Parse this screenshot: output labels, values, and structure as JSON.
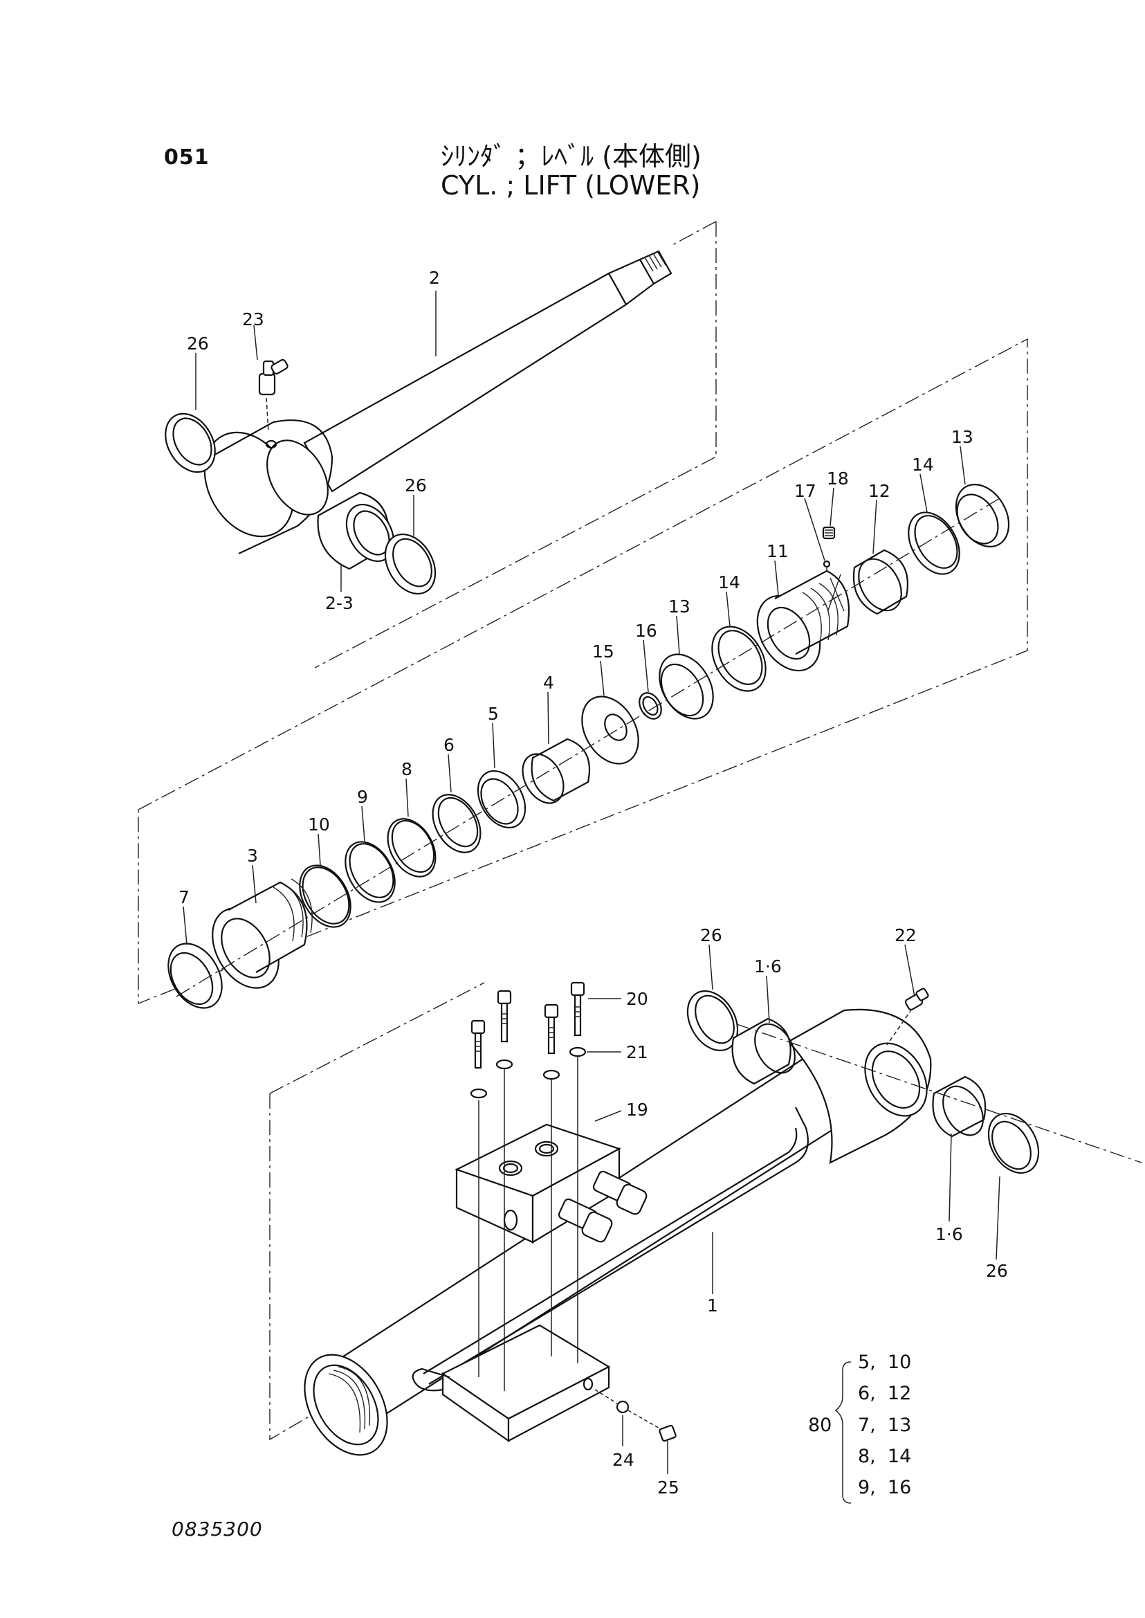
{
  "page": {
    "code": "051",
    "title_jp": "ｼﾘﾝﾀﾞ ；ﾚﾍﾞﾙ (本体側)",
    "title_en": "CYL. ; LIFT (LOWER)",
    "drawing_number": "0835300"
  },
  "callouts": [
    "2",
    "23",
    "26",
    "26",
    "2-3",
    "13",
    "14",
    "18",
    "17",
    "12",
    "11",
    "14",
    "13",
    "16",
    "15",
    "4",
    "5",
    "6",
    "8",
    "9",
    "10",
    "3",
    "7",
    "22",
    "26",
    "1·6",
    "20",
    "21",
    "19",
    "1·6",
    "26",
    "1",
    "24",
    "25"
  ],
  "kit": {
    "number": "80",
    "rows": [
      "5,  10",
      "6,  12",
      "7,  13",
      "8,  14",
      "9,  16"
    ]
  }
}
